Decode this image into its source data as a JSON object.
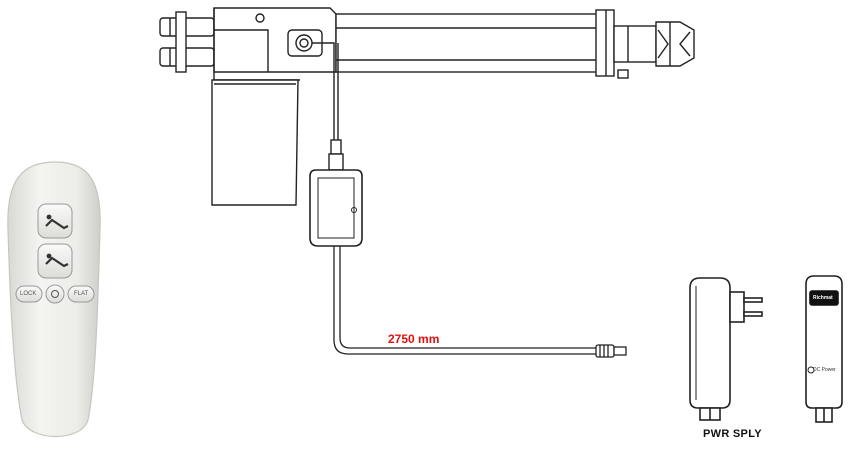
{
  "diagram": {
    "cable_length_label": "2750 mm",
    "power_supply_caption": "PWR SPLY",
    "remote": {
      "lock_label": "LOCK",
      "flat_label": "FLAT",
      "buttons": [
        "head-up-icon",
        "head-down-icon",
        "lock-button",
        "light-icon",
        "flat-button"
      ]
    },
    "power_supply_front": {
      "brand_label": "Richmat",
      "status_label": "DC Power"
    },
    "colors": {
      "line": "#222222",
      "accent": "#e01010",
      "remote_body": "#eeeeea",
      "remote_shadow": "#c9c9c4"
    }
  }
}
